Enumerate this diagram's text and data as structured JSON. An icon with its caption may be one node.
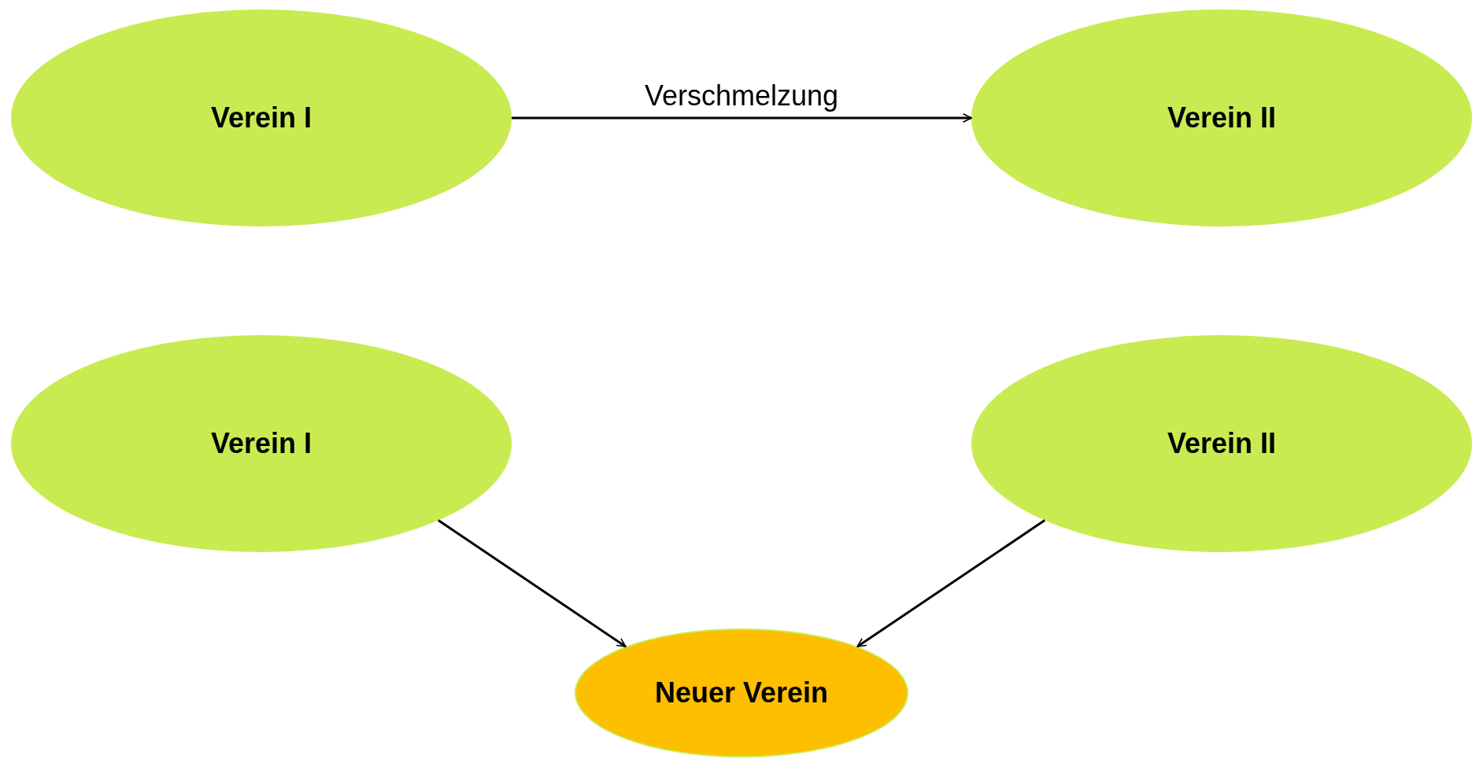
{
  "diagram": {
    "nodes": [
      {
        "text": [
          "Verein I"
        ]
      },
      {
        "text": [
          "Verein II"
        ]
      },
      {
        "text": [
          "Verein I"
        ]
      },
      {
        "text": [
          "Verein II"
        ]
      },
      {
        "text": [
          "Neuer Verein"
        ]
      }
    ],
    "edges": [
      {
        "from": 0,
        "to": 1,
        "arrow": "to",
        "label": "Verschmelzung"
      },
      {
        "from": 2,
        "to": 4,
        "arrow": "to"
      },
      {
        "from": 3,
        "to": 4,
        "arrow": "to"
      }
    ]
  }
}
